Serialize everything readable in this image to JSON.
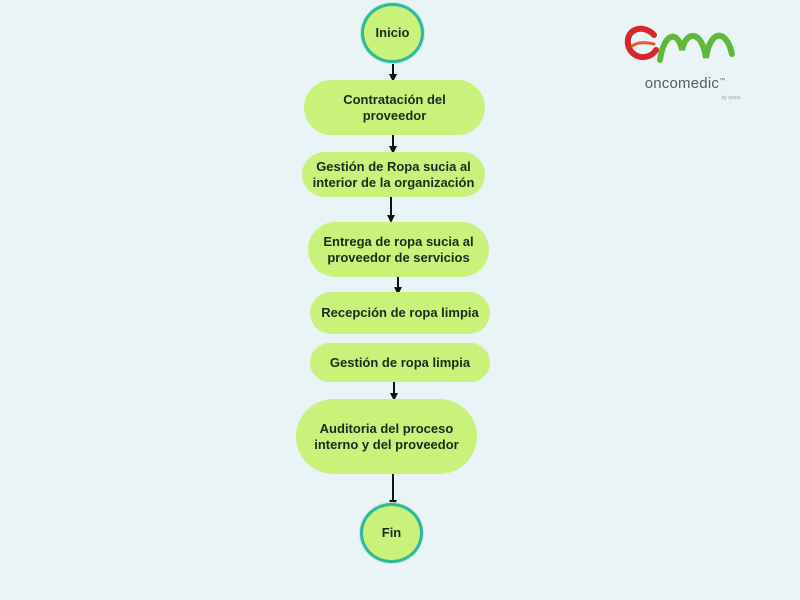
{
  "flowchart": {
    "start": "Inicio",
    "steps": [
      "Contratación del\nproveedor",
      "Gestión de Ropa sucia al\ninterior de la organización",
      "Entrega de ropa sucia al\nproveedor de servicios",
      "Recepción de ropa limpia",
      "Gestión de ropa limpia",
      "Auditoria del proceso\ninterno y del proveedor"
    ],
    "end": "Fin"
  },
  "logo": {
    "name": "oncomedic",
    "trademark": "™",
    "subtext": "by unica",
    "colors": {
      "red": "#d9262e",
      "green": "#5fb83a",
      "text": "#5a5a5a"
    }
  },
  "colors": {
    "background": "#e9f4f6",
    "node_fill": "#c8f27a",
    "terminal_border": "#2fb89a",
    "arrow": "#111111"
  }
}
